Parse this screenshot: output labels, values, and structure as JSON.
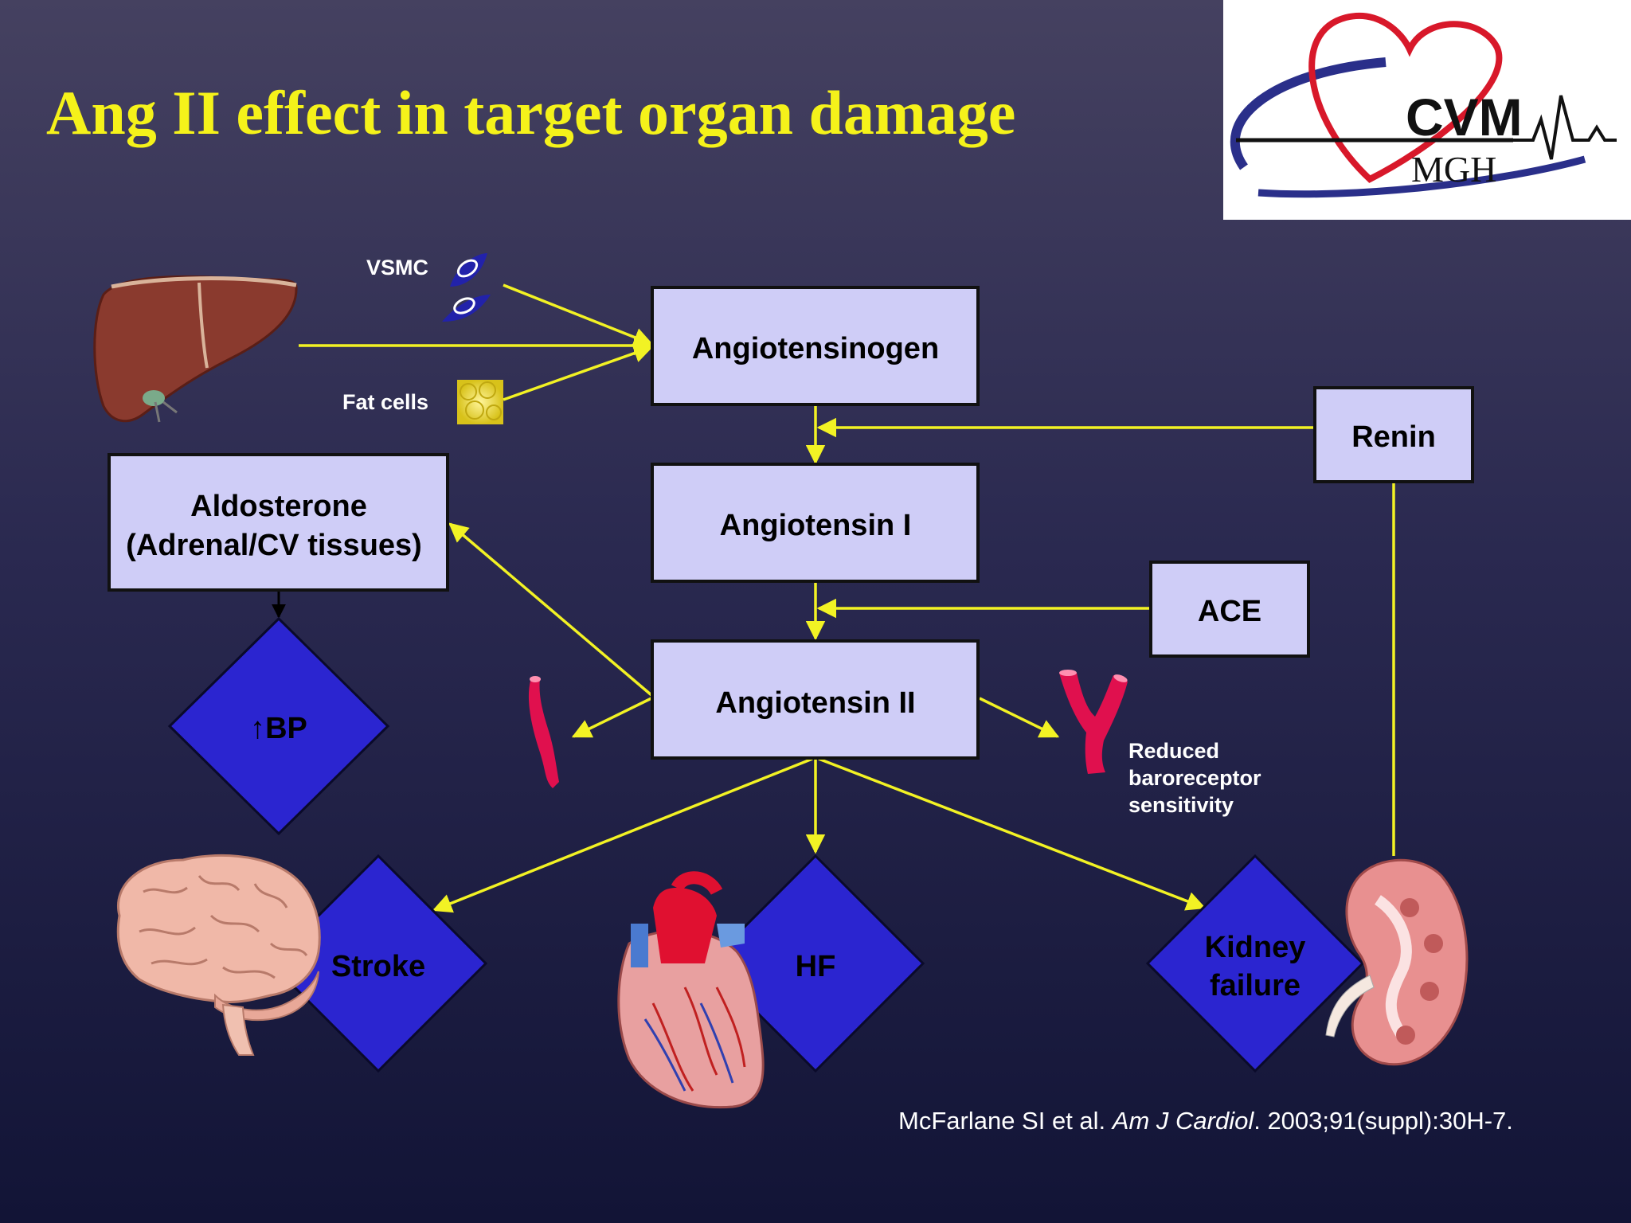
{
  "title": "Ang II effect in target organ damage",
  "logo": {
    "line1": "CVM",
    "line2": "MGH"
  },
  "labels": {
    "vsmc": "VSMC",
    "fat_cells": "Fat cells",
    "baroreceptor_line1": "Reduced",
    "baroreceptor_line2": "baroreceptor",
    "baroreceptor_line3": "sensitivity"
  },
  "boxes": {
    "angiotensinogen": "Angiotensinogen",
    "angiotensin_i": "Angiotensin I",
    "angiotensin_ii": "Angiotensin II",
    "renin": "Renin",
    "ace": "ACE",
    "aldosterone_line1": "Aldosterone",
    "aldosterone_line2": "(Adrenal/CV tissues)"
  },
  "outcomes": {
    "bp": "↑BP",
    "stroke": "Stroke",
    "hf": "HF",
    "kidney_line1": "Kidney",
    "kidney_line2": "failure"
  },
  "citation": {
    "authors": "McFarlane SI et al. ",
    "journal": "Am J Cardiol",
    "details": ". 2003;91(suppl):30H-7."
  },
  "colors": {
    "arrow": "#f2f224",
    "box_fill": "#cfcdf7",
    "diamond_fill": "#2b25d0",
    "title": "#f5f21a"
  },
  "icons": [
    "liver-icon",
    "vsmc-cell-icon",
    "fat-cells-icon",
    "blood-vessel-icon",
    "baroreceptor-vessel-icon",
    "brain-icon",
    "heart-icon",
    "kidney-icon",
    "cvm-mgh-logo"
  ]
}
